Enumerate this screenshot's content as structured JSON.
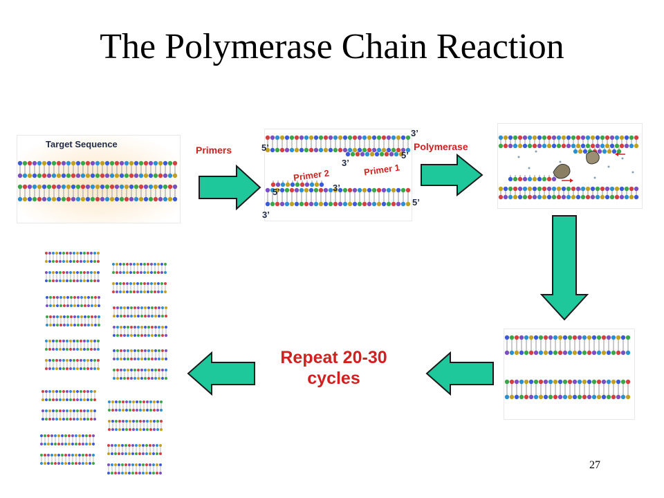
{
  "title": "The Polymerase Chain Reaction",
  "page_number": "27",
  "labels": {
    "target_sequence": "Target Sequence",
    "primers": "Primers",
    "polymerase": "Polymerase",
    "primer_1": "Primer 1",
    "primer_2": "Primer 2",
    "repeat_line1": "Repeat 20-30",
    "repeat_line2": "cycles"
  },
  "strand_ends": {
    "top_left": "5’",
    "top_right_upper": "3’",
    "top_right_lower": "5’",
    "primer1_end": "3’",
    "primer2_end": "3’",
    "bottom_left_upper": "5’",
    "bottom_left_lower": "3’",
    "bottom_right": "5’"
  },
  "colors": {
    "arrow_fill": "#1ec89b",
    "arrow_stroke": "#1a1a1a",
    "label_red": "#d02020",
    "label_dark": "#1f2a44"
  },
  "icons": [
    "dna-helix-icon",
    "polymerase-enzyme-icon",
    "right-arrow-icon",
    "down-arrow-icon",
    "left-arrow-icon"
  ]
}
